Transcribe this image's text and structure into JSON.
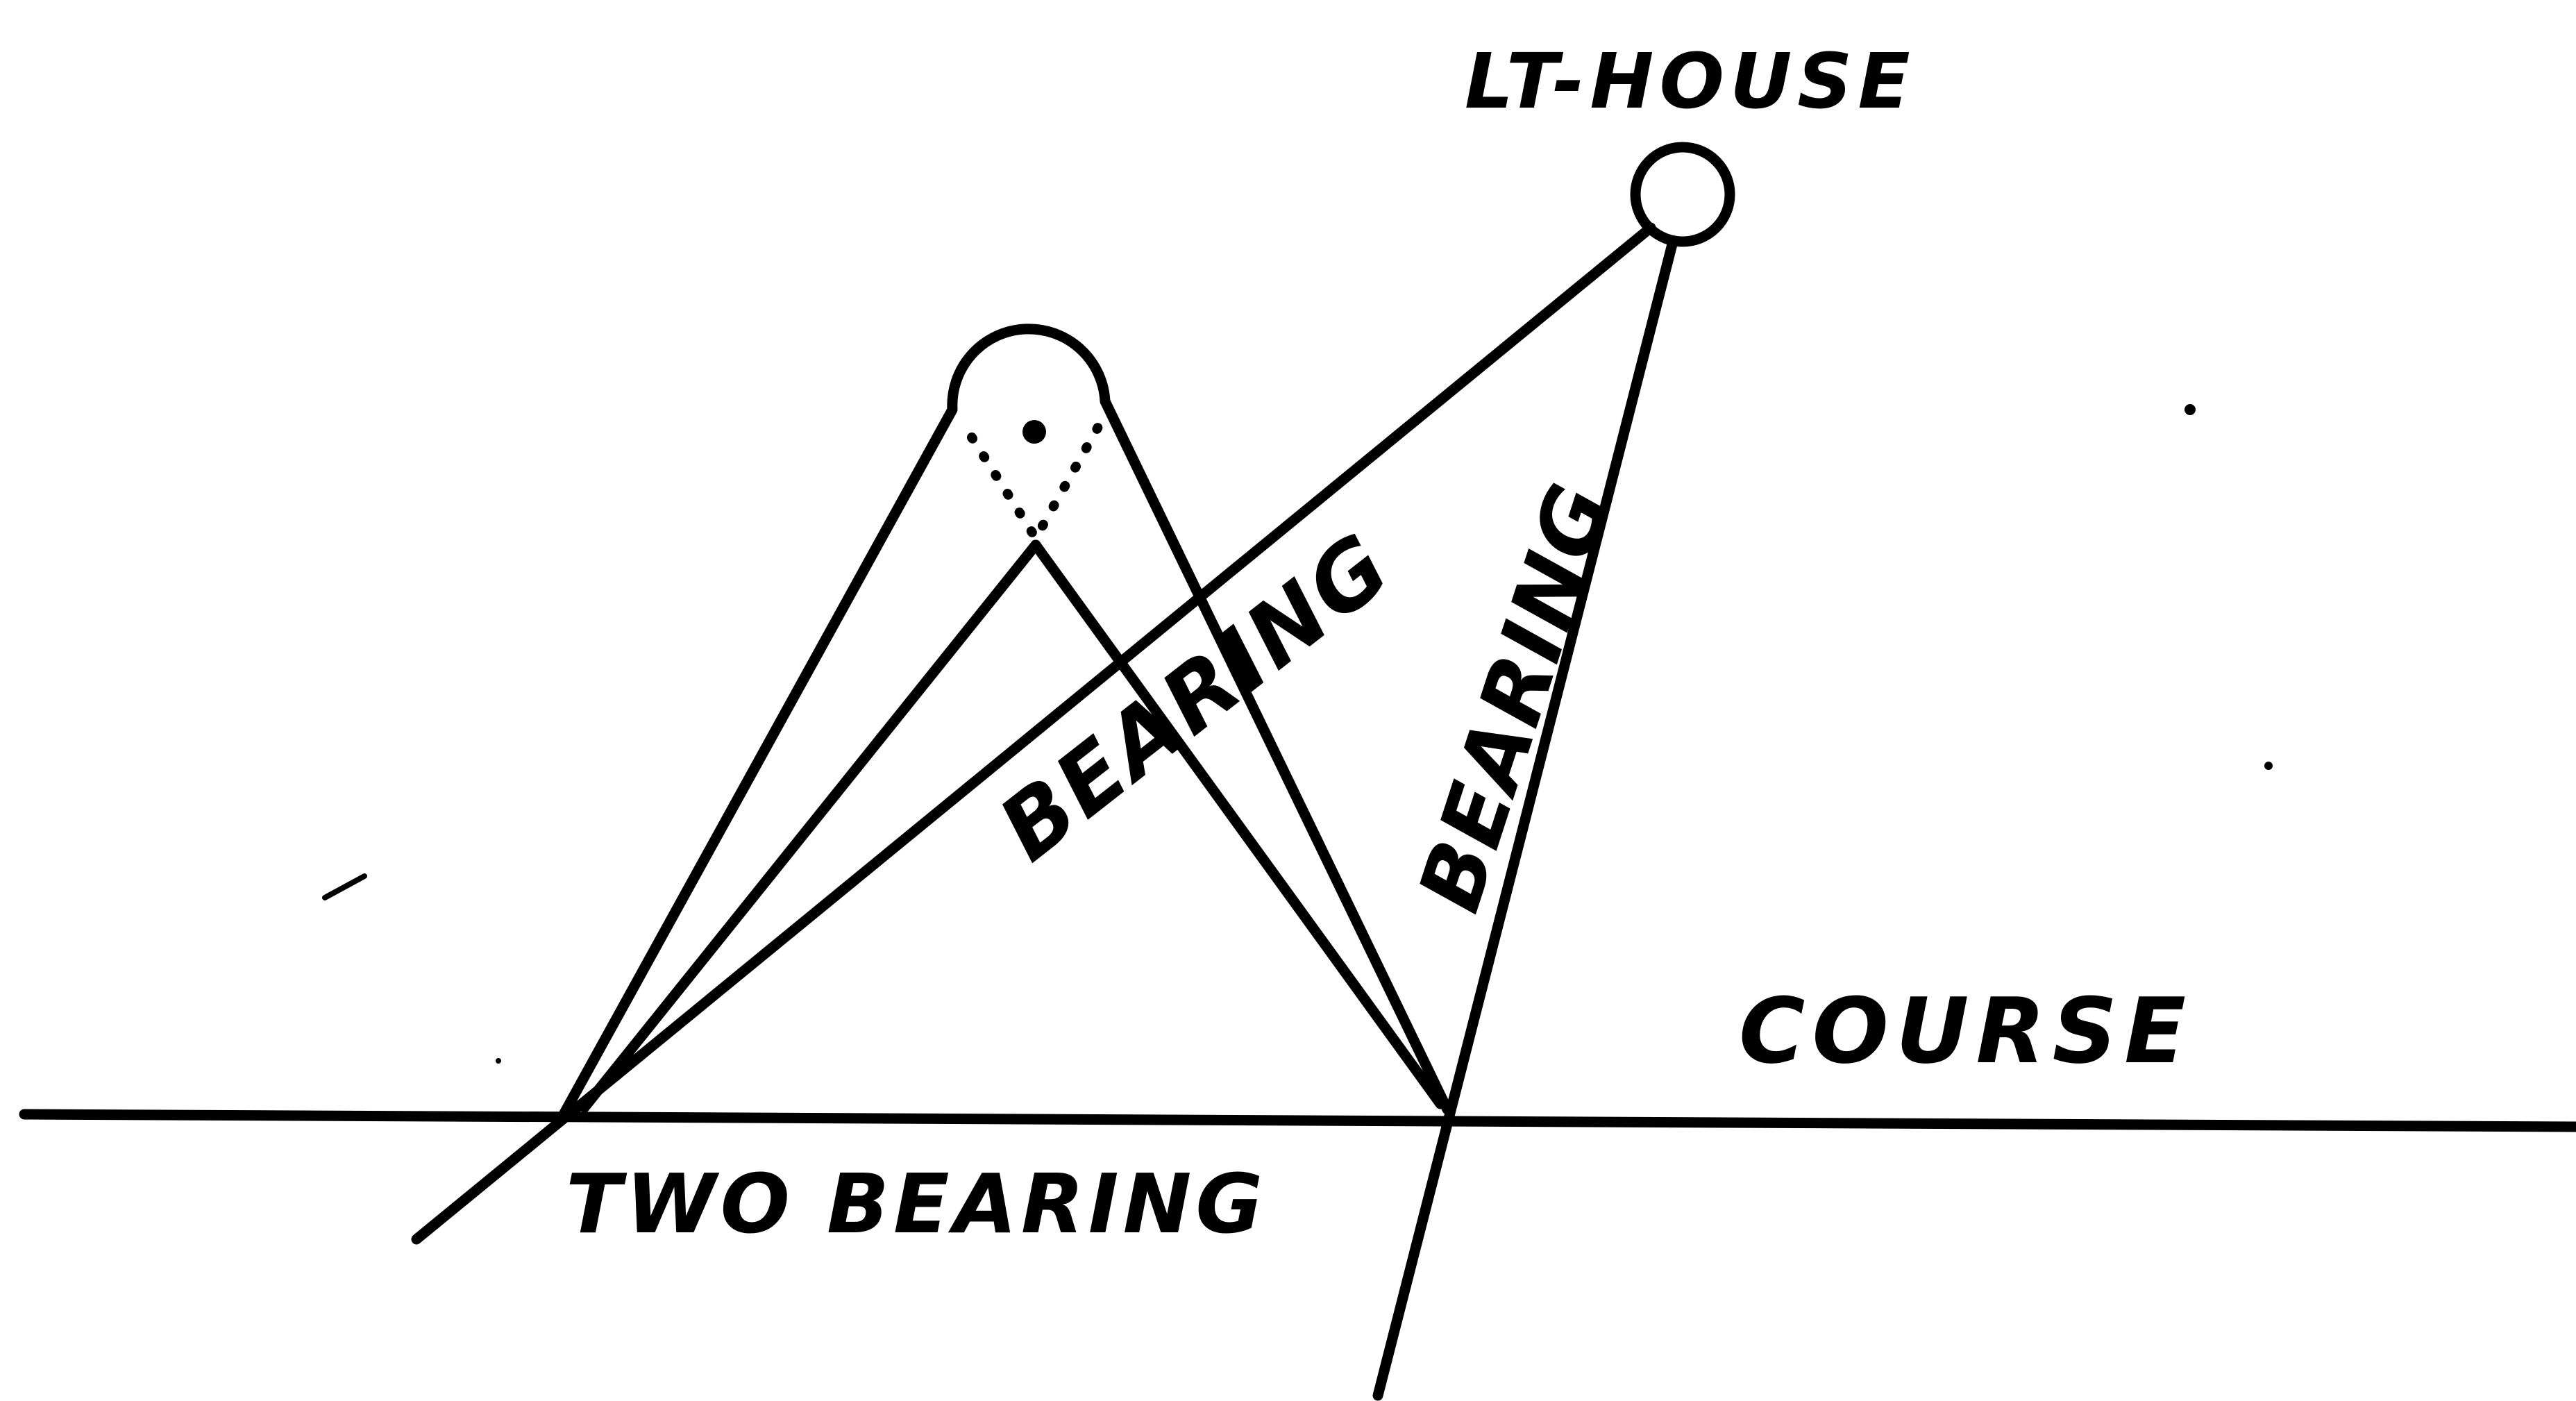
{
  "labels": {
    "lighthouse": "LT-HOUSE",
    "course": "COURSE",
    "two_bearing": "TWO BEARING",
    "bearing_1": "BEARING",
    "bearing_2": "BEARING"
  },
  "colors": {
    "ink": "#000000",
    "paper": "#ffffff"
  }
}
